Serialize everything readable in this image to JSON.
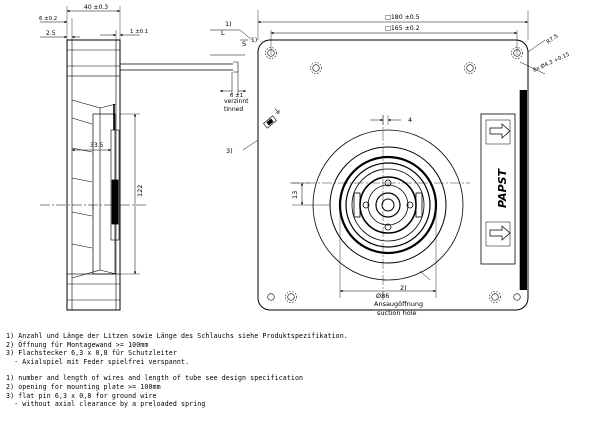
{
  "side_view": {
    "dim_overall": "40 ±0.3",
    "dim_offset": "6 ±0.2",
    "dim_inner": "2.5",
    "dim_tab": "1 ±0.1",
    "dim_hub": "33.5",
    "dim_height": "122"
  },
  "front_view": {
    "dim_outer": "□180 ±0.5",
    "dim_pitch": "□165 ±0.2",
    "dim_corner_radius": "R7.5",
    "dim_hole": "8x Ø4.3 +0.15",
    "dim_offset_4": "4",
    "dim_offset_13": "13",
    "dim_hole_dia": "Ø86",
    "label_L": "L",
    "label_S": "S",
    "label_note1": "1)",
    "label_note2": "2)",
    "label_note3": "3)",
    "brand": "PAPST",
    "ground_mark": "⏚"
  },
  "wire_note": {
    "dim": "6 ±1",
    "line1": "verzinnt",
    "line2": "tinned"
  },
  "suction_note": {
    "line1": "Ansaugöffnung",
    "line2": "suction hole"
  },
  "notes": {
    "german": [
      "1) Anzahl und Länge der Litzen sowie Länge des Schlauchs siehe Produktspezifikation.",
      "2) Öffnung für Montagewand >= 100mm",
      "3) Flachstecker 6,3 x 0,8 für Schutzleiter",
      "  - Axialspiel mit Feder spielfrei verspannt."
    ],
    "english": [
      "1) number and length of wires and length of tube see design specification",
      "2) opening for mounting plate >= 100mm",
      "3) flat pin 6,3 x 0,8 for ground wire",
      "  - without axial clearance by a preloaded spring"
    ]
  }
}
